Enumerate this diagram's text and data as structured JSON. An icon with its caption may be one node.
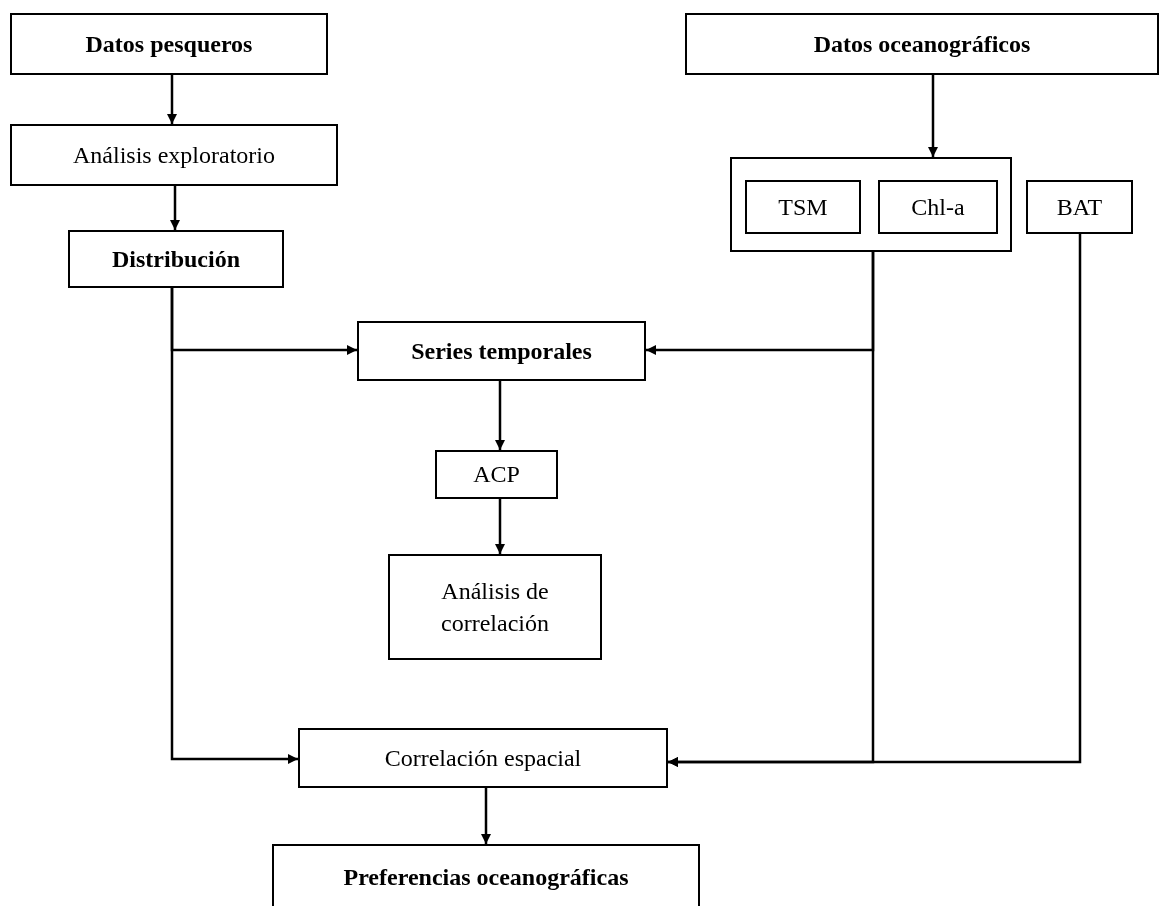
{
  "diagram": {
    "nodes": [
      {
        "text": [
          "Datos pesqueros"
        ]
      },
      {
        "text": [
          "Análisis exploratorio"
        ]
      },
      {
        "text": [
          "Distribución"
        ]
      },
      {
        "text": [
          "Datos oceanográficos"
        ]
      },
      {
        "text": [],
        "shape": "box"
      },
      {
        "text": [
          "TSM"
        ],
        "in": 4
      },
      {
        "text": [
          "Chl-a"
        ],
        "in": 4
      },
      {
        "text": [
          "BAT"
        ]
      },
      {
        "text": [
          "Series temporales"
        ]
      },
      {
        "text": [
          "ACP"
        ]
      },
      {
        "text": [
          "Análisis de correlación"
        ]
      },
      {
        "text": [
          "Correlación espacial"
        ]
      },
      {
        "text": [
          "Preferencias oceanográficas"
        ]
      }
    ],
    "edges": [
      {
        "from": 0,
        "to": 1,
        "arrow": "to"
      },
      {
        "from": 1,
        "to": 2,
        "arrow": "to"
      },
      {
        "from": 3,
        "to": 4,
        "arrow": "to"
      },
      {
        "from": 2,
        "to": 8,
        "arrow": "to"
      },
      {
        "from": 4,
        "to": 8,
        "arrow": "to"
      },
      {
        "from": 8,
        "to": 9,
        "arrow": "to"
      },
      {
        "from": 9,
        "to": 10,
        "arrow": "to"
      },
      {
        "from": 2,
        "to": 11,
        "arrow": "to"
      },
      {
        "from": 4,
        "to": 11,
        "arrow": "to"
      },
      {
        "from": 7,
        "to": 11,
        "arrow": "to"
      },
      {
        "from": 11,
        "to": 12,
        "arrow": "to"
      }
    ]
  }
}
